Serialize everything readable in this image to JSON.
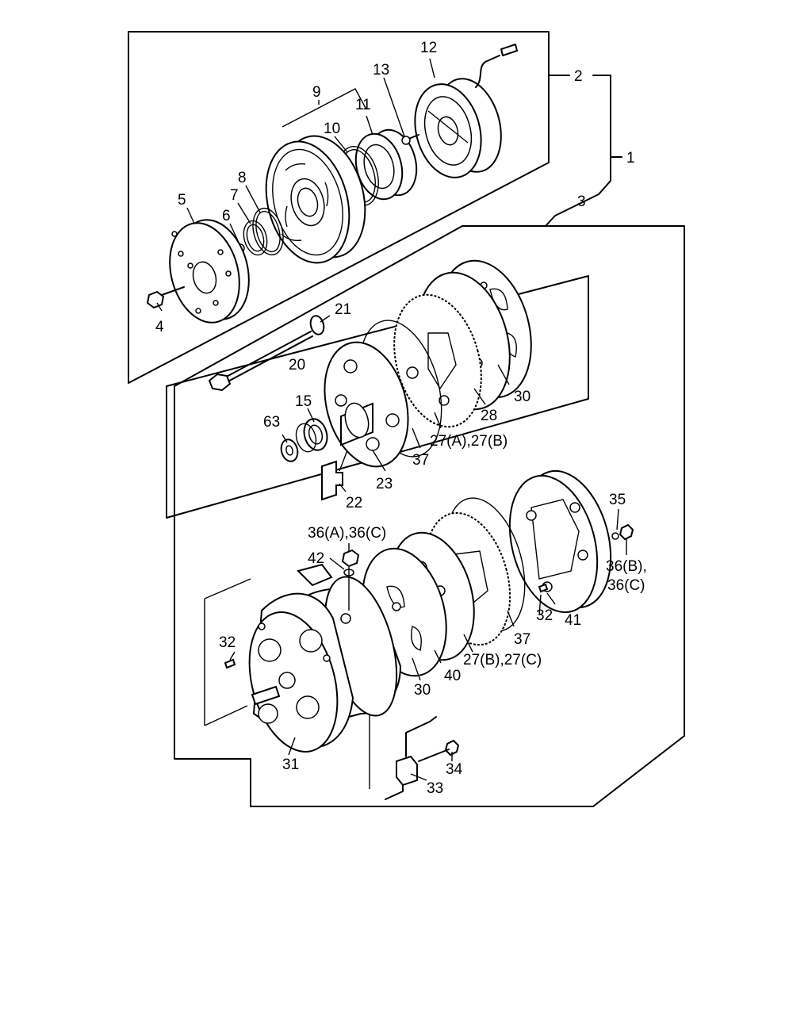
{
  "diagram": {
    "callouts": [
      {
        "id": "c12",
        "text": "12"
      },
      {
        "id": "c2",
        "text": "2"
      },
      {
        "id": "c13",
        "text": "13"
      },
      {
        "id": "c9",
        "text": "9"
      },
      {
        "id": "c11",
        "text": "11"
      },
      {
        "id": "c10",
        "text": "10"
      },
      {
        "id": "c1",
        "text": "1"
      },
      {
        "id": "c8",
        "text": "8"
      },
      {
        "id": "c7",
        "text": "7"
      },
      {
        "id": "c5",
        "text": "5"
      },
      {
        "id": "c6",
        "text": "6"
      },
      {
        "id": "c3",
        "text": "3"
      },
      {
        "id": "c4",
        "text": "4"
      },
      {
        "id": "c21",
        "text": "21"
      },
      {
        "id": "c20",
        "text": "20"
      },
      {
        "id": "c30a",
        "text": "30"
      },
      {
        "id": "c15",
        "text": "15"
      },
      {
        "id": "c28",
        "text": "28"
      },
      {
        "id": "c63",
        "text": "63"
      },
      {
        "id": "c27ab",
        "text": "27(A),27(B)"
      },
      {
        "id": "c37a",
        "text": "37"
      },
      {
        "id": "c23",
        "text": "23"
      },
      {
        "id": "c22",
        "text": "22"
      },
      {
        "id": "c35",
        "text": "35"
      },
      {
        "id": "c36ac",
        "text": "36(A),36(C)"
      },
      {
        "id": "c42",
        "text": "42"
      },
      {
        "id": "c36b",
        "text": "36(B),"
      },
      {
        "id": "c36c",
        "text": "36(C)"
      },
      {
        "id": "c32a",
        "text": "32"
      },
      {
        "id": "c41",
        "text": "41"
      },
      {
        "id": "c32b",
        "text": "32"
      },
      {
        "id": "c37b",
        "text": "37"
      },
      {
        "id": "c27bc",
        "text": "27(B),27(C)"
      },
      {
        "id": "c40",
        "text": "40"
      },
      {
        "id": "c30b",
        "text": "30"
      },
      {
        "id": "c31",
        "text": "31"
      },
      {
        "id": "c34",
        "text": "34"
      },
      {
        "id": "c33",
        "text": "33"
      }
    ]
  }
}
